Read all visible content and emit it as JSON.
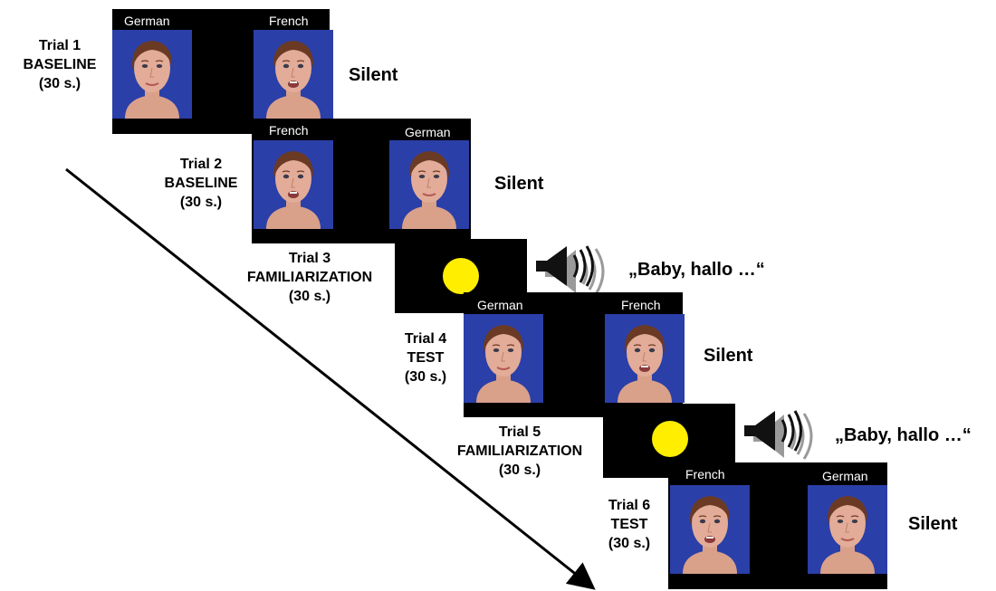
{
  "colors": {
    "screen": "#000000",
    "face_bg": "#2a3fa8",
    "dot": "#ffee00",
    "speaker_front": "#111111",
    "speaker_back": "#9a9a9a"
  },
  "trials": [
    {
      "number": "Trial 1",
      "phase": "BASELINE",
      "duration": "(30 s.)",
      "left_face": "German",
      "right_face": "French",
      "audio": "Silent"
    },
    {
      "number": "Trial 2",
      "phase": "BASELINE",
      "duration": "(30 s.)",
      "left_face": "French",
      "right_face": "German",
      "audio": "Silent"
    },
    {
      "number": "Trial 3",
      "phase": "FAMILIARIZATION",
      "duration": "(30 s.)",
      "audio": "„Baby, hallo …“"
    },
    {
      "number": "Trial 4",
      "phase": "TEST",
      "duration": "(30 s.)",
      "left_face": "German",
      "right_face": "French",
      "audio": "Silent"
    },
    {
      "number": "Trial 5",
      "phase": "FAMILIARIZATION",
      "duration": "(30 s.)",
      "audio": "„Baby, hallo …“"
    },
    {
      "number": "Trial 6",
      "phase": "TEST",
      "duration": "(30 s.)",
      "left_face": "French",
      "right_face": "German",
      "audio": "Silent"
    }
  ]
}
